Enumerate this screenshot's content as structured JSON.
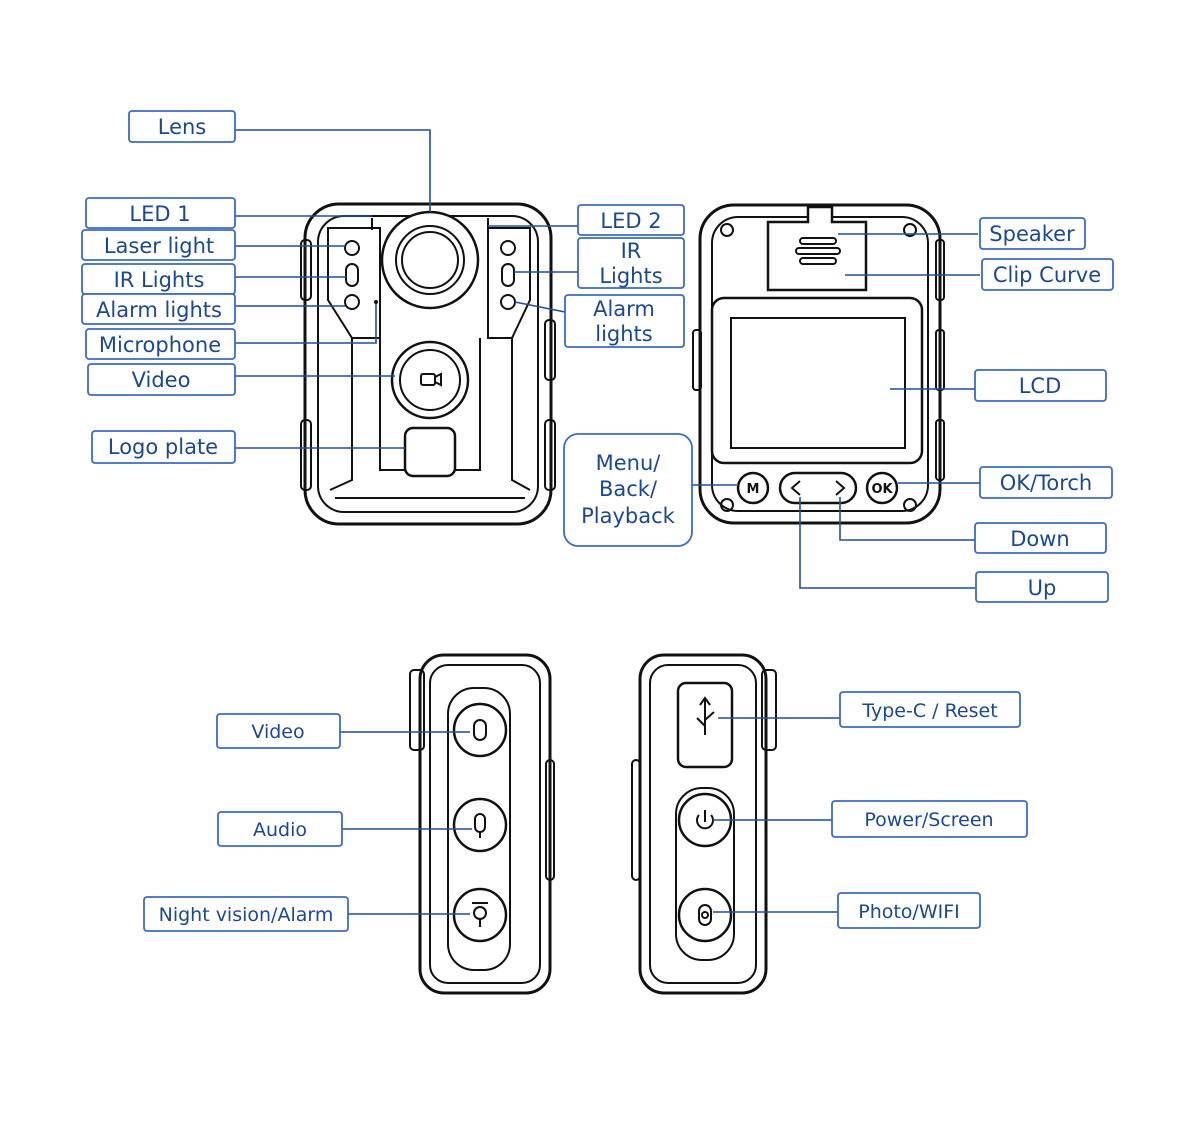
{
  "front_view": {
    "lens": "Lens",
    "led1": "LED 1",
    "laser_light": "Laser light",
    "ir_lights_left": "IR Lights",
    "alarm_lights_left": "Alarm lights",
    "microphone": "Microphone",
    "video": "Video",
    "logo_plate": "Logo plate",
    "led2": "LED 2",
    "ir_lights_right": [
      "IR",
      "Lights"
    ],
    "alarm_lights_right": [
      "Alarm",
      "lights"
    ]
  },
  "back_view": {
    "menu": [
      "Menu/",
      "Back/",
      "Playback"
    ],
    "speaker": "Speaker",
    "clip_curve": "Clip Curve",
    "lcd": "LCD",
    "ok_torch": "OK/Torch",
    "down": "Down",
    "up": "Up",
    "button_m": "M",
    "button_ok": "OK"
  },
  "left_side_view": {
    "video": "Video",
    "audio": "Audio",
    "night_vision_alarm": "Night vision/Alarm"
  },
  "right_side_view": {
    "type_c_reset": "Type-C / Reset",
    "power_screen": "Power/Screen",
    "photo_wifi": "Photo/WIFI"
  },
  "colors": {
    "callout_border": "#3a6cc0",
    "callout_text": "#1c4892",
    "leader_line": "#1f4f9c",
    "device_outline": "#111111"
  }
}
